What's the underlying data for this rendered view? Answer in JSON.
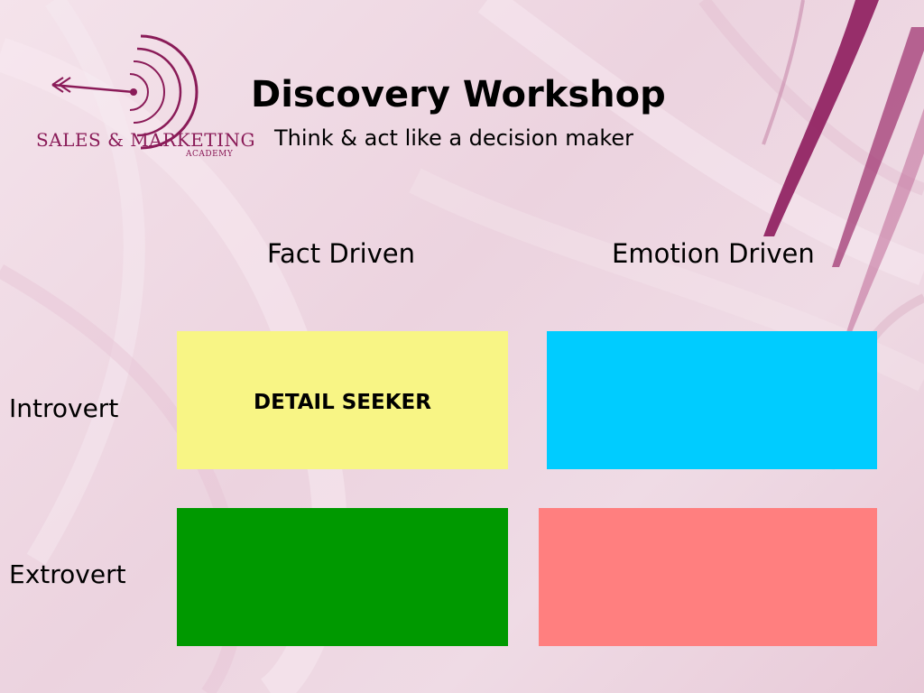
{
  "logo": {
    "name": "SALES & MARKETING",
    "sub": "ACADEMY",
    "color": "#8a1b58"
  },
  "title": "Discovery Workshop",
  "subtitle": "Think & act like a decision maker",
  "columns": [
    "Fact Driven",
    "Emotion Driven"
  ],
  "rows": [
    "Introvert",
    "Extrovert"
  ],
  "quadrants": [
    {
      "label": "DETAIL SEEKER",
      "color": "#f8f585"
    },
    {
      "label": "",
      "color": "#00ccff"
    },
    {
      "label": "",
      "color": "#009900"
    },
    {
      "label": "",
      "color": "#ff7f7f"
    }
  ],
  "colors": {
    "background": "#f0dbe5",
    "accent": "#8a1b58"
  }
}
